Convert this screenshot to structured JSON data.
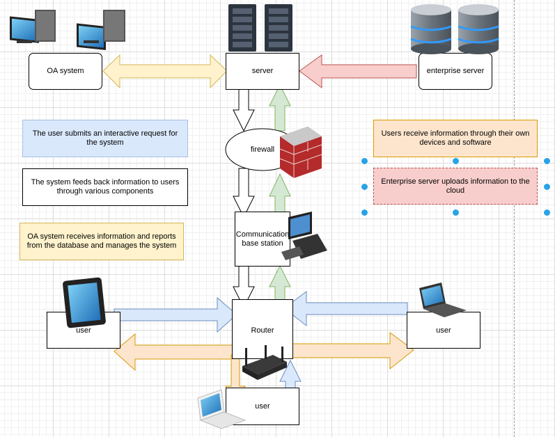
{
  "nodes": {
    "oa_system": "OA system",
    "server": "server",
    "enterprise_server": "enterprise server",
    "firewall": "firewall",
    "base_station": "Communication base station",
    "router": "Router",
    "user_left": "user",
    "user_right": "user",
    "user_bottom": "user"
  },
  "notes": {
    "interactive_request": "The user submits an interactive request for the system",
    "feedback": "The system feeds back information to users through various components",
    "oa_manage": "OA system receives information and reports from the database and manages the system",
    "receive_info": "Users receive information through their own devices and software",
    "upload_cloud": "Enterprise server uploads information to the cloud"
  },
  "colors": {
    "blue_fill": "#dae8fc",
    "yellow_fill": "#fff2cc",
    "orange_fill": "#fde5cd",
    "red_fill": "#f8cecc",
    "green_fill": "#d5e8d4",
    "selection_handle": "#29a3e6"
  },
  "icons": [
    "desktop-computer-icon",
    "server-rack-icon",
    "database-icon",
    "brick-firewall-icon",
    "workstation-icon",
    "tablet-icon",
    "laptop-icon",
    "wireless-router-icon"
  ]
}
